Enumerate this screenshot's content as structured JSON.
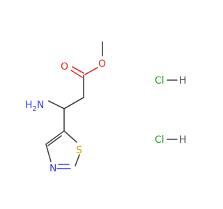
{
  "molecule": {
    "atoms": {
      "ester_o_single": "O",
      "ester_o_double": "O",
      "amine": "H2N",
      "thiazole_s": "S",
      "thiazole_n": "N"
    },
    "salts": [
      {
        "cl": "Cl",
        "h": "H"
      },
      {
        "cl": "Cl",
        "h": "H"
      }
    ],
    "colors": {
      "bond": "#404040",
      "oxygen": "#e8281e",
      "nitrogen": "#3a3aff",
      "sulfur": "#c8a800",
      "chlorine": "#2e9e2e",
      "hydrogen": "#404040"
    }
  }
}
